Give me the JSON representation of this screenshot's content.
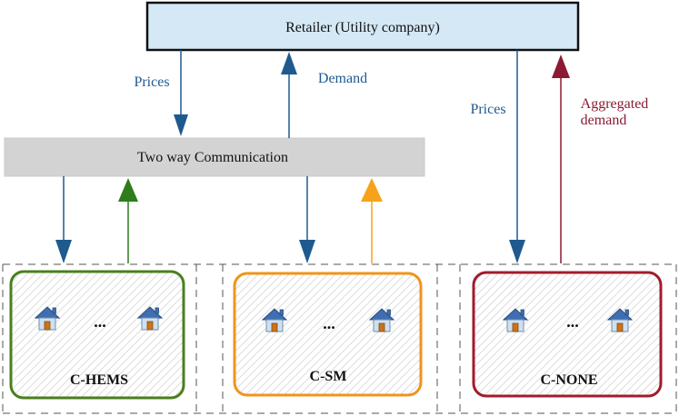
{
  "retailer": {
    "label": "Retailer (Utility company)"
  },
  "communication": {
    "label": "Two way Communication"
  },
  "arrows": {
    "prices_left": "Prices",
    "demand": "Demand",
    "prices_right": "Prices",
    "aggregated_demand_line1": "Aggregated",
    "aggregated_demand_line2": "demand"
  },
  "groups": [
    {
      "name": "C-HEMS",
      "ellipsis": "...",
      "color": "#4a7f1c"
    },
    {
      "name": "C-SM",
      "ellipsis": "...",
      "color": "#f0941c"
    },
    {
      "name": "C-NONE",
      "ellipsis": "...",
      "color": "#a01c2c"
    }
  ],
  "colors": {
    "blue_arrow": "#1f5a8f",
    "green_arrow": "#2e7d1a",
    "orange_arrow": "#f7a21b",
    "maroon_arrow": "#8b1a32",
    "retailer_fill": "#d4e8f6",
    "comm_fill": "#d3d3d3"
  },
  "icons": [
    "house-icon"
  ]
}
